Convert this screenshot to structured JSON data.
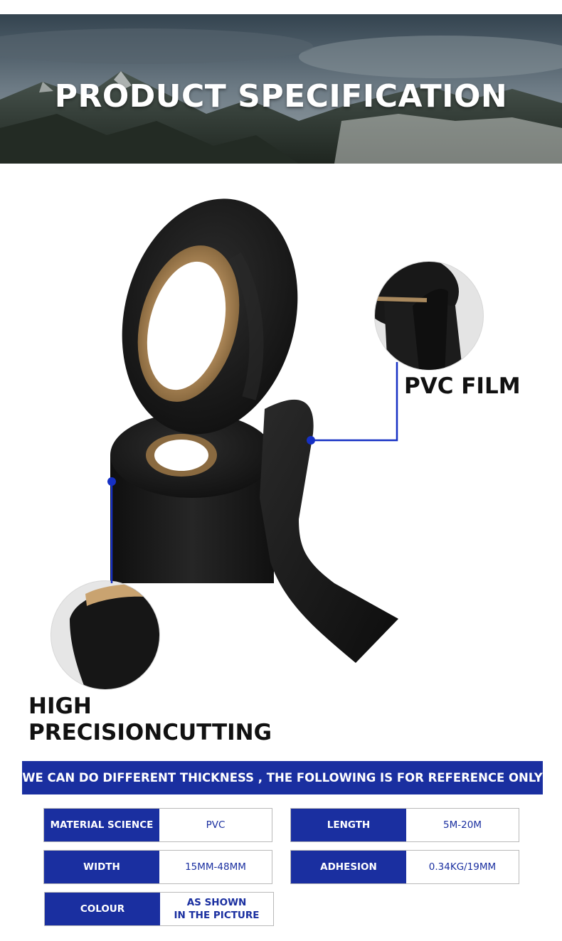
{
  "banner": {
    "title": "PRODUCT SPECIFICATION"
  },
  "callouts": {
    "pvc_film": "PVC FILM",
    "cutting_line1": "HIGH",
    "cutting_line2": "PRECISIONCUTTING"
  },
  "notice": "WE CAN DO DIFFERENT THICKNESS , THE FOLLOWING IS FOR REFERENCE ONLY",
  "specs": [
    {
      "label": "MATERIAL SCIENCE",
      "value": "PVC"
    },
    {
      "label": "LENGTH",
      "value": "5M-20M"
    },
    {
      "label": "WIDTH",
      "value": "15MM-48MM"
    },
    {
      "label": "ADHESION",
      "value": "0.34KG/19MM"
    },
    {
      "label": "COLOUR",
      "value_line1": "AS SHOWN",
      "value_line2": "IN THE PICTURE"
    }
  ],
  "colors": {
    "accent_blue": "#1a2fa0",
    "callout_dot": "#1630c4",
    "tape_black": "#161616"
  }
}
